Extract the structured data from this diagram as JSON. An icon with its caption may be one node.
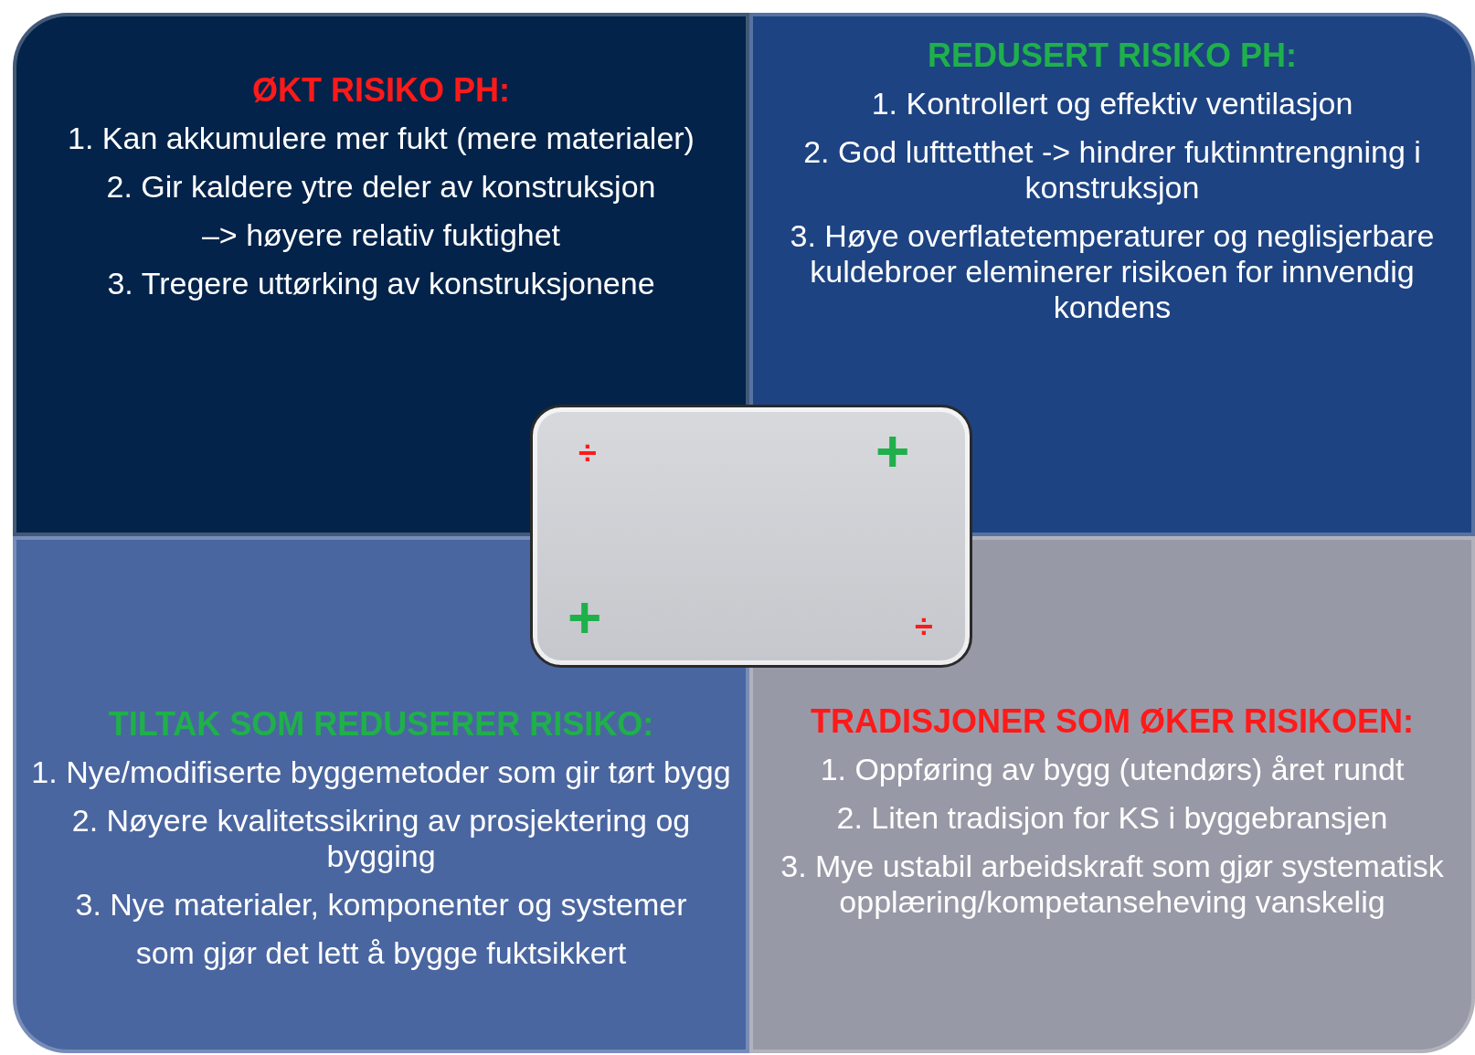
{
  "diagram": {
    "nodes": [
      {
        "text": [
          "ØKT RISIKO PH:",
          "1. Kan akkumulere mer fukt (mere materialer)",
          "2. Gir kaldere ytre deler av konstruksjon",
          "–> høyere relativ fuktighet",
          "3. Tregere uttørking av konstruksjonene"
        ]
      },
      {
        "text": [
          "REDUSERT RISIKO PH:",
          "1. Kontrollert og effektiv ventilasjon",
          "2. God lufttetthet -> hindrer fuktinntrengning i konstruksjon",
          "3. Høye overflatetemperaturer og neglisjerbare kuldebroer eleminerer risikoen for innvendig kondens"
        ]
      },
      {
        "text": [
          "÷",
          "+",
          "+",
          "÷"
        ]
      },
      {
        "text": [
          "TILTAK SOM REDUSERER RISIKO:",
          "1. Nye/modifiserte byggemetoder som gir tørt bygg",
          "2. Nøyere kvalitetssikring av prosjektering og bygging",
          "3. Nye materialer, komponenter og systemer",
          "som gjør det lett å bygge fuktsikkert"
        ]
      },
      {
        "text": [
          "TRADISJONER SOM ØKER RISIKOEN:",
          "1. Oppføring av bygg (utendørs) året rundt",
          "2. Liten tradisjon for KS i byggebransjen",
          "3. Mye ustabil arbeidskraft som gjør systematisk opplæring/kompetanseheving vanskelig"
        ]
      }
    ]
  }
}
